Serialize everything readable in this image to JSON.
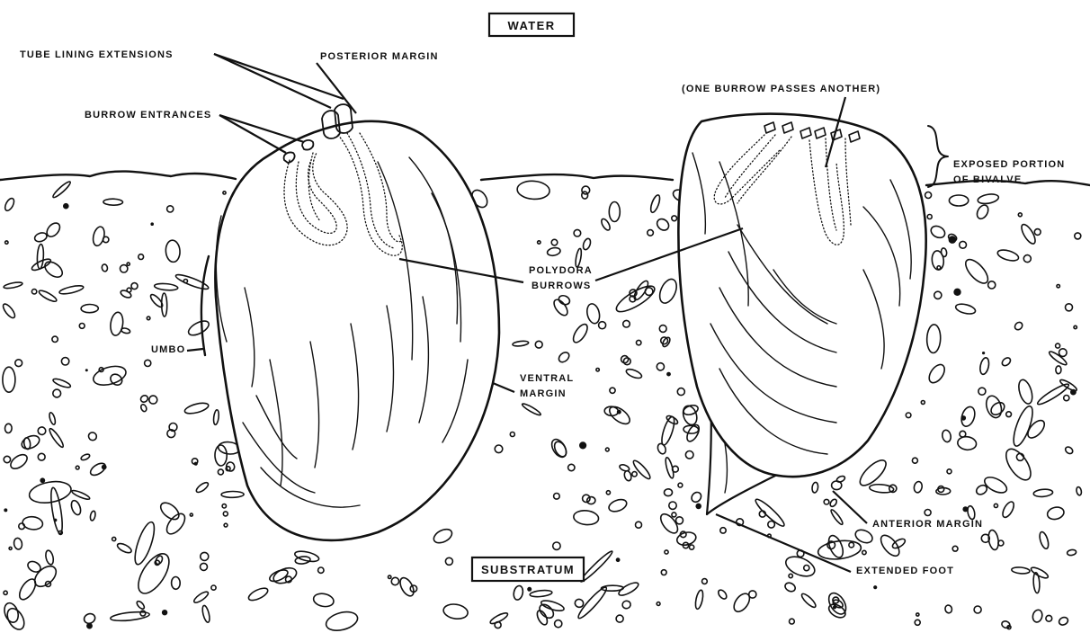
{
  "labels": {
    "water": "WATER",
    "substratum": "SUBSTRATUM",
    "tube_lining_extensions": "TUBE LINING EXTENSIONS",
    "posterior_margin": "POSTERIOR MARGIN",
    "burrow_entrances": "BURROW ENTRANCES",
    "one_burrow_passes": "(ONE BURROW PASSES ANOTHER)",
    "exposed_portion_line1": "EXPOSED PORTION",
    "exposed_portion_line2": "OF BIVALVE",
    "polydora_line1": "POLYDORA",
    "polydora_line2": "BURROWS",
    "umbo": "UMBO",
    "ventral_line1": "VENTRAL",
    "ventral_line2": "MARGIN",
    "anterior_margin": "ANTERIOR MARGIN",
    "extended_foot": "EXTENDED FOOT"
  },
  "colors": {
    "ink": "#111111",
    "paper": "#ffffff"
  }
}
